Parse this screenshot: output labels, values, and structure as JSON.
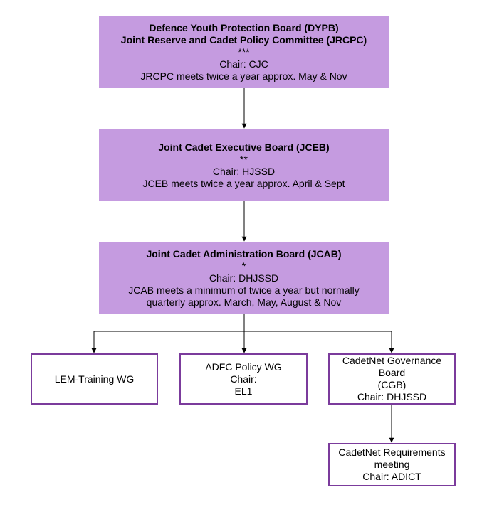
{
  "nodes": {
    "dypb": {
      "title1": "Defence Youth Protection Board (DYPB)",
      "title2": "Joint Reserve and Cadet Policy Committee (JRCPC)",
      "stars": "***",
      "chair": "Chair: CJC",
      "meets": "JRCPC meets twice a year approx. May & Nov"
    },
    "jceb": {
      "title": "Joint Cadet Executive Board (JCEB)",
      "stars": "**",
      "chair": "Chair: HJSSD",
      "meets": "JCEB meets twice a year approx. April & Sept"
    },
    "jcab": {
      "title": "Joint Cadet Administration Board (JCAB)",
      "stars": "*",
      "chair": "Chair: DHJSSD",
      "meets1": "JCAB meets a minimum of twice a year but normally",
      "meets2": "quarterly approx. March, May, August & Nov"
    },
    "lem": {
      "label": "LEM-Training WG"
    },
    "adfc": {
      "line1": "ADFC Policy WG",
      "line2": "Chair:",
      "line3": "EL1"
    },
    "cgb": {
      "line1": "CadetNet Governance",
      "line2": "Board",
      "line3": "(CGB)",
      "line4": "Chair: DHJSSD"
    },
    "req": {
      "line1": "CadetNet Requirements",
      "line2": "meeting",
      "line3": "Chair: ADICT"
    }
  },
  "colors": {
    "fill": "#c59be0",
    "outline": "#7b3b9c",
    "connector": "#000000"
  }
}
